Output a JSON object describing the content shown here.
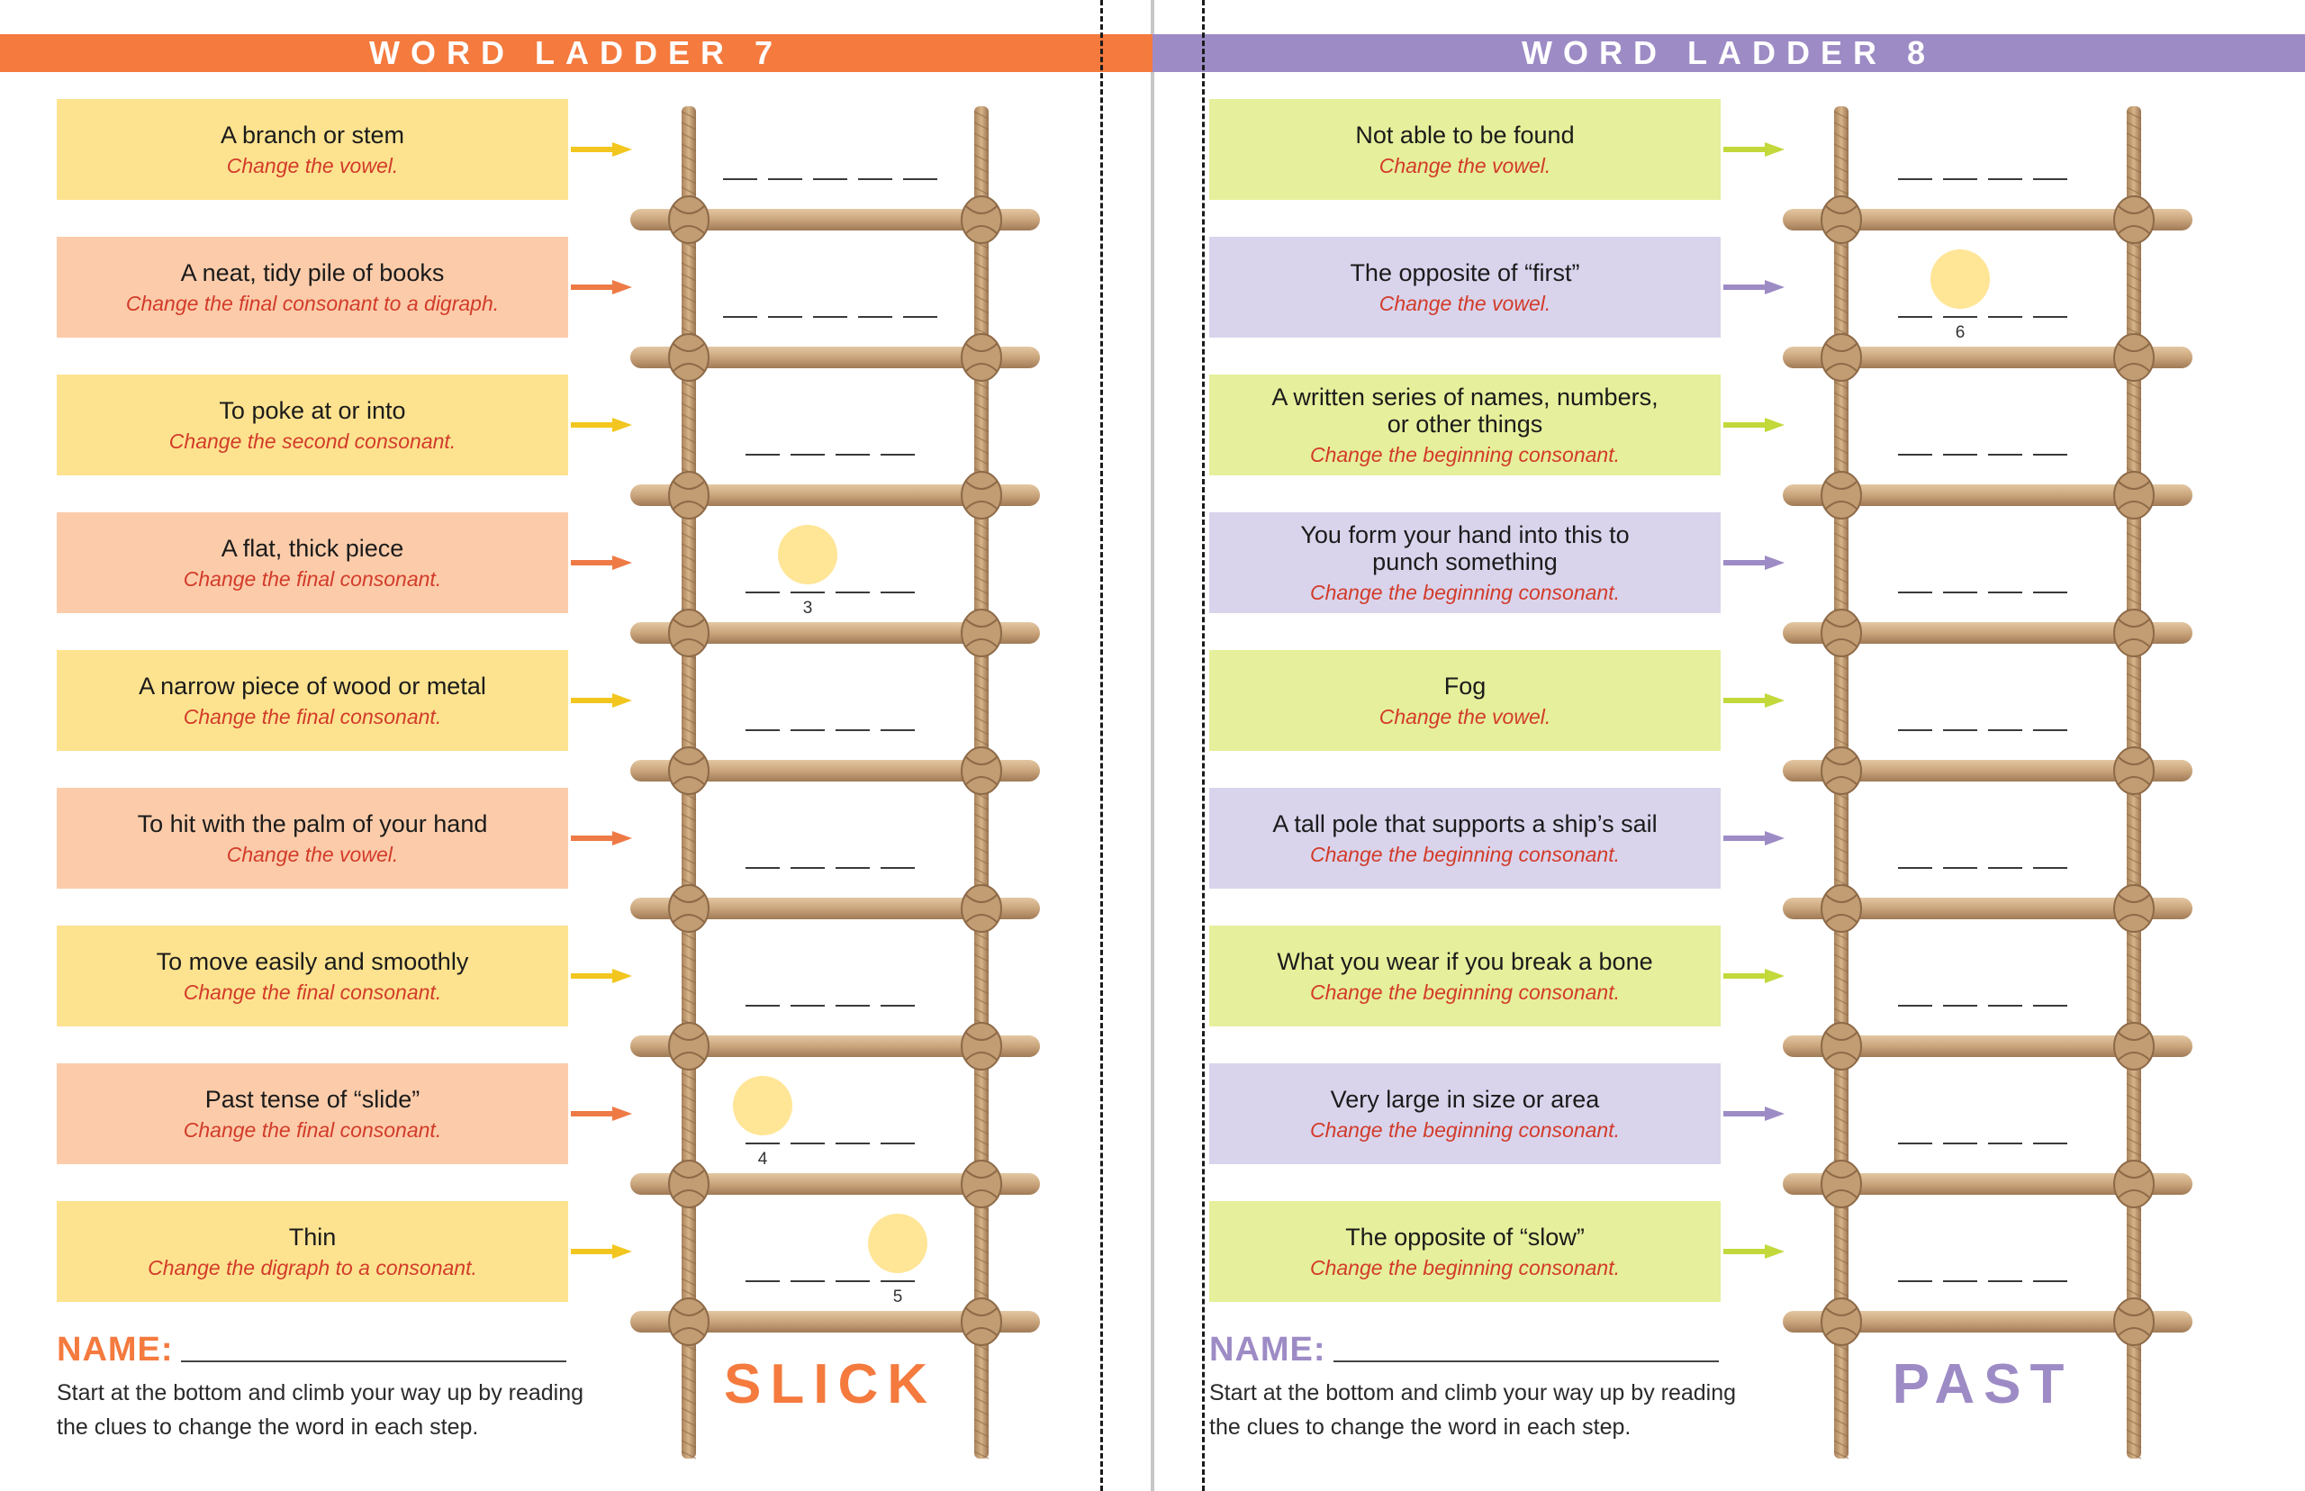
{
  "pages": [
    {
      "title": "WORD LADDER 7",
      "accent": "#f47a3e",
      "clue_colors": [
        "#fde38f",
        "#fcccaa"
      ],
      "arrow_colors": [
        "#f2c61f",
        "#ee7a45"
      ],
      "name_label": "NAME:",
      "instructions": "Start at the bottom and climb your way up by reading the clues to change the word in each step.",
      "start_word": "SLICK",
      "clues": [
        {
          "question": "A branch or stem",
          "hint": "Change the vowel.",
          "letters": 5,
          "dot": null,
          "numbers": []
        },
        {
          "question": "A neat, tidy pile of books",
          "hint": "Change the final consonant to a digraph.",
          "letters": 5,
          "dot": null,
          "numbers": []
        },
        {
          "question": "To poke at or into",
          "hint": "Change the second consonant.",
          "letters": 4,
          "dot": null,
          "numbers": []
        },
        {
          "question": "A flat, thick piece",
          "hint": "Change the final consonant.",
          "letters": 4,
          "dot": 1,
          "numbers": [
            {
              "index": 1,
              "value": "3"
            }
          ]
        },
        {
          "question": "A narrow piece of wood or metal",
          "hint": "Change the final consonant.",
          "letters": 4,
          "dot": null,
          "numbers": []
        },
        {
          "question": "To hit with the palm of your hand",
          "hint": "Change the vowel.",
          "letters": 4,
          "dot": null,
          "numbers": []
        },
        {
          "question": "To move easily and smoothly",
          "hint": "Change the final consonant.",
          "letters": 4,
          "dot": null,
          "numbers": []
        },
        {
          "question": "Past tense of “slide”",
          "hint": "Change the final consonant.",
          "letters": 4,
          "dot": 0,
          "numbers": [
            {
              "index": 0,
              "value": "4"
            }
          ]
        },
        {
          "question": "Thin",
          "hint": "Change the digraph to a consonant.",
          "letters": 4,
          "dot": 3,
          "numbers": [
            {
              "index": 3,
              "value": "5"
            }
          ]
        }
      ]
    },
    {
      "title": "WORD LADDER 8",
      "accent": "#9d8bc5",
      "clue_colors": [
        "#e6ef9b",
        "#d9d4ec"
      ],
      "arrow_colors": [
        "#c3d83b",
        "#9d8bc5"
      ],
      "name_label": "NAME:",
      "instructions": "Start at the bottom and climb your way up by reading the clues to change the word in each step.",
      "start_word": "PAST",
      "clues": [
        {
          "question": "Not able to be found",
          "hint": "Change the vowel.",
          "letters": 4,
          "dot": null,
          "numbers": []
        },
        {
          "question": "The opposite of “first”",
          "hint": "Change the vowel.",
          "letters": 4,
          "dot": 1,
          "numbers": [
            {
              "index": 1,
              "value": "6"
            }
          ]
        },
        {
          "question": "A written series of names, numbers,\nor other things",
          "hint": "Change the beginning consonant.",
          "letters": 4,
          "dot": null,
          "numbers": []
        },
        {
          "question": "You form your hand into this to\npunch something",
          "hint": "Change the beginning consonant.",
          "letters": 4,
          "dot": null,
          "numbers": []
        },
        {
          "question": "Fog",
          "hint": "Change the vowel.",
          "letters": 4,
          "dot": null,
          "numbers": []
        },
        {
          "question": "A tall pole that supports a ship’s sail",
          "hint": "Change the beginning consonant.",
          "letters": 4,
          "dot": null,
          "numbers": []
        },
        {
          "question": "What you wear if you break a bone",
          "hint": "Change the beginning consonant.",
          "letters": 4,
          "dot": null,
          "numbers": []
        },
        {
          "question": "Very large in size or area",
          "hint": "Change the beginning consonant.",
          "letters": 4,
          "dot": null,
          "numbers": []
        },
        {
          "question": "The opposite of “slow”",
          "hint": "Change the beginning consonant.",
          "letters": 4,
          "dot": null,
          "numbers": []
        }
      ]
    }
  ]
}
